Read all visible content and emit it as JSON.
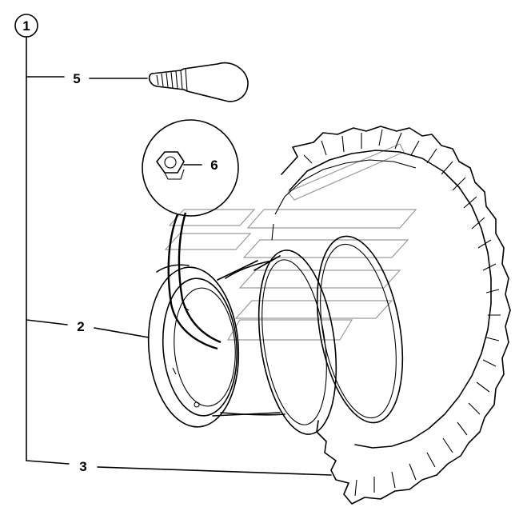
{
  "callouts": {
    "assembly": "1",
    "valve_stem": "5",
    "lug_nut": "6",
    "rim": "2",
    "tire": "3"
  },
  "colors": {
    "line": "#000000",
    "background": "#ffffff",
    "watermark": "#9a9a9a"
  }
}
